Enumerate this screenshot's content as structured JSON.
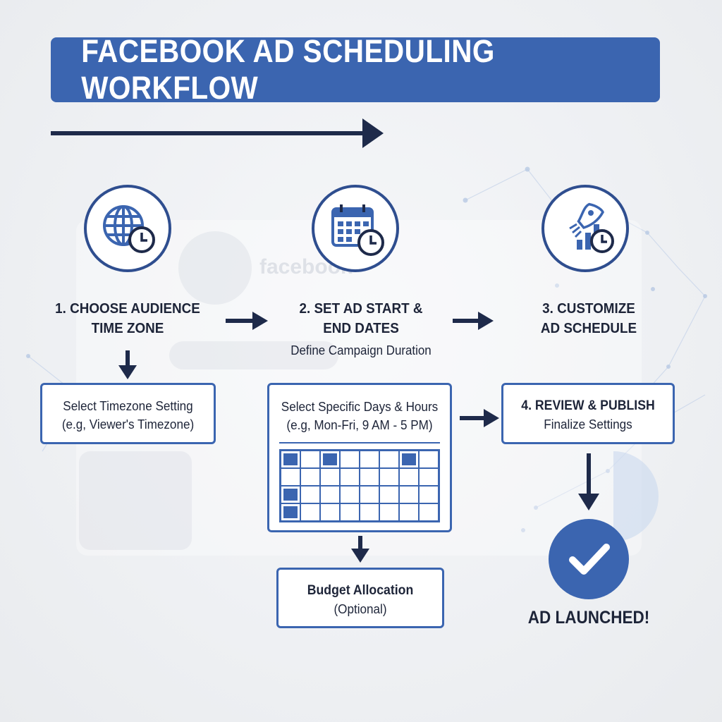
{
  "title": "FACEBOOK AD SCHEDULING WORKFLOW",
  "background_watermark": "facebook",
  "colors": {
    "accent": "#3b65b0",
    "dark_navy": "#1e2a4a",
    "text": "#1d2438",
    "background": "#eef0f3"
  },
  "steps": [
    {
      "icon": "globe-clock-icon",
      "title": "1. CHOOSE AUDIENCE\nTIME ZONE",
      "detail_box": {
        "lines": [
          "Select Timezone Setting",
          "(e.g, Viewer's Timezone)"
        ]
      }
    },
    {
      "icon": "calendar-clock-icon",
      "title": "2. SET AD START &\nEND DATES",
      "subtitle": "Define Campaign Duration",
      "detail_box": {
        "lines": [
          "Select Specific Days & Hours",
          "(e.g, Mon-Fri, 9 AM - 5 PM)"
        ],
        "schedule_grid": {
          "rows": 4,
          "columns": 8,
          "selected_cells": [
            [
              0,
              0
            ],
            [
              0,
              2
            ],
            [
              0,
              6
            ],
            [
              2,
              0
            ],
            [
              3,
              0
            ]
          ]
        }
      }
    },
    {
      "icon": "rocket-chart-icon",
      "title": "3. CUSTOMIZE\nAD SCHEDULE"
    }
  ],
  "review_box": {
    "title": "4. REVIEW & PUBLISH",
    "subtitle": "Finalize Settings"
  },
  "budget_box": {
    "title": "Budget Allocation",
    "subtitle": "(Optional)"
  },
  "launch": {
    "icon": "checkmark-icon",
    "label": "AD LAUNCHED!"
  }
}
